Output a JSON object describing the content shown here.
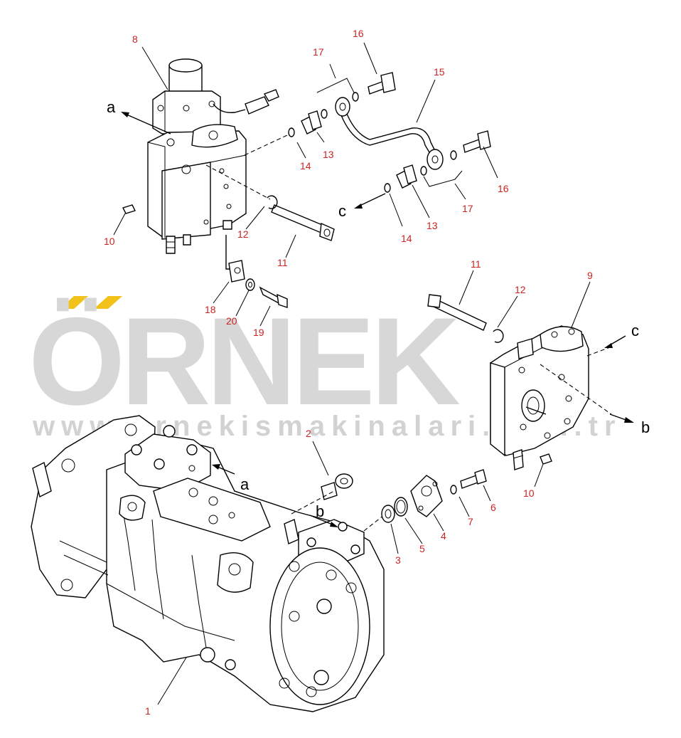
{
  "watermark": {
    "brand": "ÖRNEK",
    "url": "www.ornekismakinalari.com.tr",
    "accent_color": "#f2c21a",
    "text_color": "#d7d7d7"
  },
  "callouts": [
    {
      "id": "c1",
      "label": "1"
    },
    {
      "id": "c2",
      "label": "2"
    },
    {
      "id": "c3",
      "label": "3"
    },
    {
      "id": "c4",
      "label": "4"
    },
    {
      "id": "c5",
      "label": "5"
    },
    {
      "id": "c6",
      "label": "6"
    },
    {
      "id": "c7",
      "label": "7"
    },
    {
      "id": "c8",
      "label": "8"
    },
    {
      "id": "c9",
      "label": "9"
    },
    {
      "id": "c10a",
      "label": "10"
    },
    {
      "id": "c10b",
      "label": "10"
    },
    {
      "id": "c11a",
      "label": "11"
    },
    {
      "id": "c11b",
      "label": "11"
    },
    {
      "id": "c12a",
      "label": "12"
    },
    {
      "id": "c12b",
      "label": "12"
    },
    {
      "id": "c13a",
      "label": "13"
    },
    {
      "id": "c13b",
      "label": "13"
    },
    {
      "id": "c14a",
      "label": "14"
    },
    {
      "id": "c14b",
      "label": "14"
    },
    {
      "id": "c15",
      "label": "15"
    },
    {
      "id": "c16a",
      "label": "16"
    },
    {
      "id": "c16b",
      "label": "16"
    },
    {
      "id": "c17a",
      "label": "17"
    },
    {
      "id": "c17b",
      "label": "17"
    },
    {
      "id": "c18",
      "label": "18"
    },
    {
      "id": "c19",
      "label": "19"
    },
    {
      "id": "c20",
      "label": "20"
    }
  ],
  "connection_letters": {
    "a_top": "a",
    "a_bottom": "a",
    "b_right": "b",
    "b_bottom": "b",
    "c_top": "c",
    "c_right": "c"
  }
}
